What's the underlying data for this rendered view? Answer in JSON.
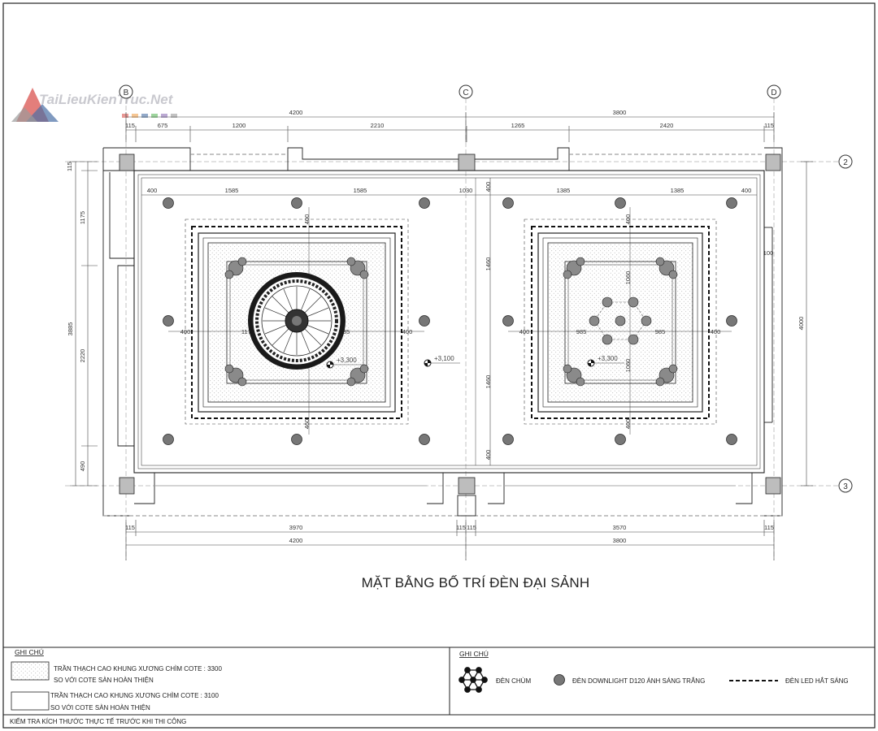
{
  "title": "MẶT BẰNG BỐ TRÍ ĐÈN ĐẠI SẢNH",
  "watermark": "TaiLieuKienTruc.Net",
  "grid_axes": {
    "b": "B",
    "c": "C",
    "d": "D",
    "r2": "2",
    "r3": "3"
  },
  "dims_top_overall": [
    "4200",
    "3800"
  ],
  "dims_top_detail": [
    "115",
    "675",
    "1200",
    "2210",
    "1265",
    "2420",
    "115"
  ],
  "dims_bottom_detail": [
    "115",
    "3970",
    "115",
    "115",
    "3570",
    "115"
  ],
  "dims_bottom_overall": [
    "4200",
    "3800"
  ],
  "dims_left": [
    "115",
    "1175",
    "3885",
    "2220",
    "490"
  ],
  "dims_right": [
    "4000",
    "100"
  ],
  "dims_inner_h_left": [
    "400",
    "1585",
    "1585"
  ],
  "dims_inner_h_mid": [
    "1030"
  ],
  "dims_inner_h_right": [
    "1385",
    "1385",
    "400"
  ],
  "dims_inner_mid_left": [
    "400",
    "1175",
    "985",
    "400"
  ],
  "dims_inner_mid_right": [
    "400",
    "985",
    "985",
    "400"
  ],
  "dims_inner_v_mid": [
    "400",
    "1460",
    "1460",
    "400"
  ],
  "dims_inner_v_left": [
    "400",
    "460"
  ],
  "dims_inner_v_right": [
    "400",
    "1060",
    "1060",
    "400"
  ],
  "levels": {
    "left": "+3,300",
    "center": "+3,100",
    "right": "+3,300"
  },
  "legend_left": {
    "heading": "GHI CHÚ",
    "item1_line1": "TRẦN THẠCH CAO KHUNG XƯƠNG CHÌM COTE : 3300",
    "item1_line2": "SO VỚI COTE SÀN HOÀN THIỆN",
    "item2_line1": "TRẦN THẠCH CAO KHUNG XƯƠNG CHÌM COTE : 3100",
    "item2_line2": "SO VỚI COTE SÀN HOÀN THIỆN"
  },
  "legend_right": {
    "heading": "GHI CHÚ",
    "chandelier": "ĐÈN CHÙM",
    "downlight": "ĐÈN DOWNLIGHT D120 ÁNH SÁNG TRẮNG",
    "led": "ĐÈN LED HẮT SÁNG"
  },
  "footer_note": "KIỂM TRA KÍCH THƯỚC THỰC TẾ TRƯỚC KHI THI CÔNG",
  "colors": {
    "line": "#222222",
    "downlight": "#777777",
    "wall_fill": "#bdbdbd",
    "watermark_red": "#d9534f",
    "watermark_blue": "#4a6fa5"
  }
}
